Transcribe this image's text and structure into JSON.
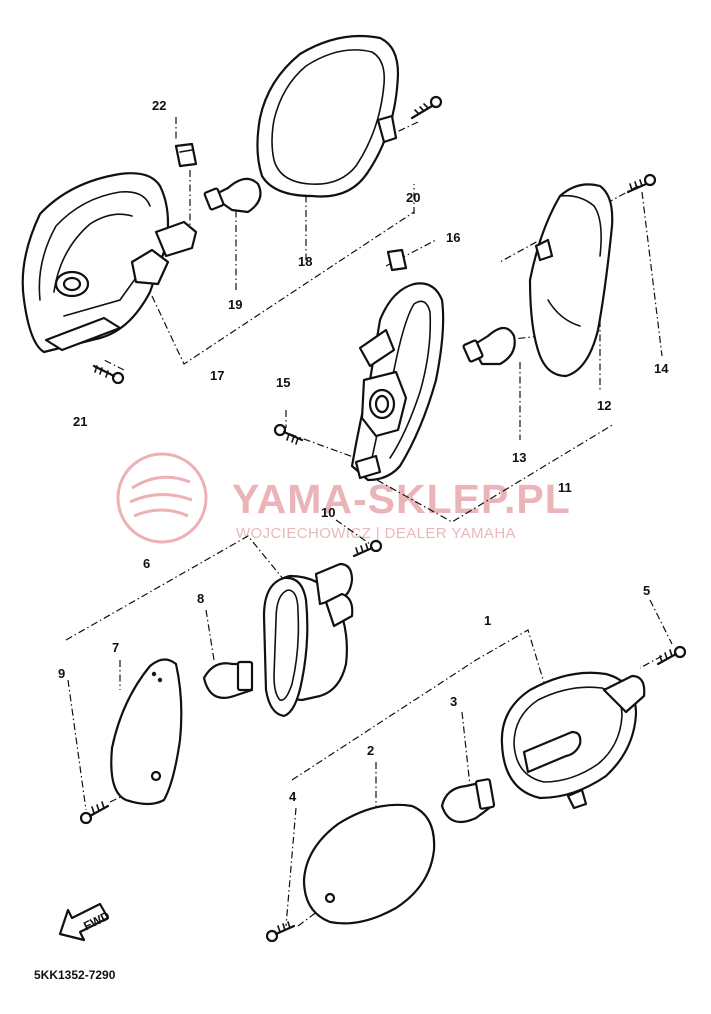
{
  "watermark": {
    "title": "YAMA-SKLEP.PL",
    "subtitle": "WOJCIECHOWICZ | DEALER YAMAHA",
    "color": "#eab4b8"
  },
  "drawing_code": "5KK1352-7290",
  "arrow_label": "FWD",
  "callouts": {
    "c1": "1",
    "c2": "2",
    "c3": "3",
    "c4": "4",
    "c5": "5",
    "c6": "6",
    "c7": "7",
    "c8": "8",
    "c9": "9",
    "c10": "10",
    "c11": "11",
    "c12": "12",
    "c13": "13",
    "c14": "14",
    "c15": "15",
    "c16": "16",
    "c17": "17",
    "c18": "18",
    "c19": "19",
    "c20": "20",
    "c21": "21",
    "c22": "22"
  }
}
